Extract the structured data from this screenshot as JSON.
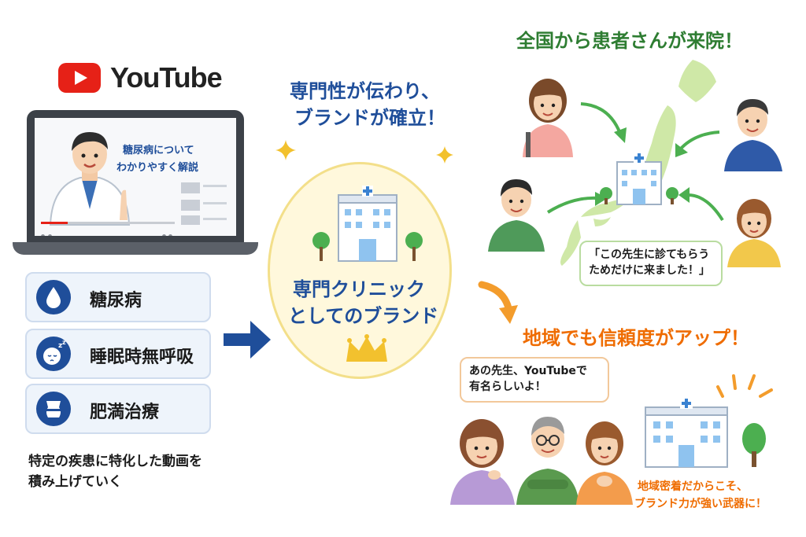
{
  "youtube": {
    "wordmark": "YouTube"
  },
  "video": {
    "caption_line1": "糖尿病について",
    "caption_line2": "わかりやすく解説",
    "progress": 0.2
  },
  "topics": [
    {
      "label": "糖尿病",
      "icon": "water-drop-icon"
    },
    {
      "label": "睡眠時無呼吸",
      "icon": "sleeping-face-icon"
    },
    {
      "label": "肥満治療",
      "icon": "body-icon"
    }
  ],
  "left_caption": {
    "line1": "特定の疾患に特化した動画を",
    "line2": "積み上げていく"
  },
  "center": {
    "headline_line1": "専門性が伝わり、",
    "headline_line2": "ブランドが確立！",
    "brand_line1": "専門クリニック",
    "brand_line2": "としてのブランド"
  },
  "top_right": {
    "title": "全国から患者さんが来院！",
    "quote_line1": "「この先生に診てもらう",
    "quote_line2": "ためだけに来ました！」"
  },
  "bottom_right": {
    "title": "地域でも信頼度がアップ！",
    "speech_line1": "あの先生、YouTubeで",
    "speech_line2": "有名らしいよ！",
    "note_line1": "地域密着だからこそ、",
    "note_line2": "ブランド力が強い武器に！"
  },
  "colors": {
    "blue": "#1f4e9a",
    "green": "#2e7d32",
    "orange": "#ef6c00",
    "youtube_red": "#e62117",
    "gold": "#f2c12e"
  }
}
